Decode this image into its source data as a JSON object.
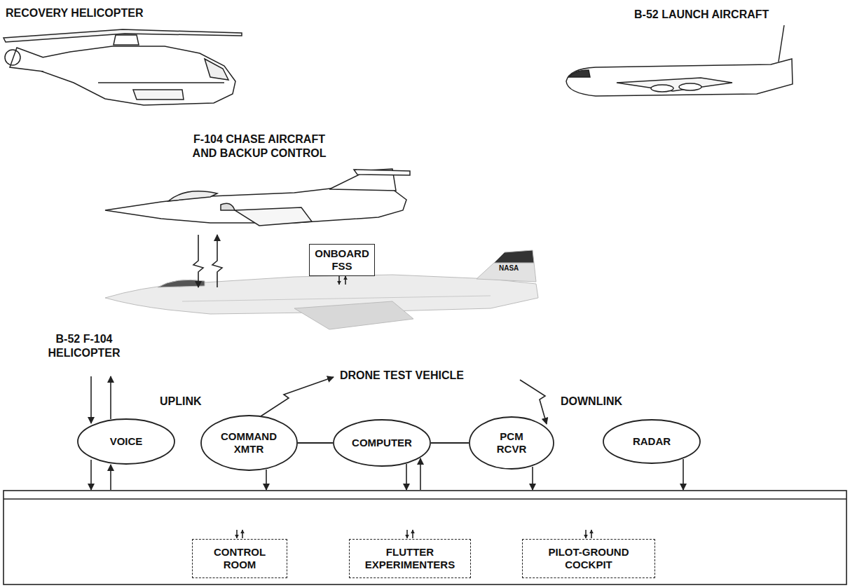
{
  "diagram": {
    "nodes": [
      {
        "text": [
          "ONBOARD FSS"
        ]
      },
      {
        "text": [
          "VOICE"
        ]
      },
      {
        "text": [
          "COMMAND XMTR"
        ]
      },
      {
        "text": [
          "COMPUTER"
        ]
      },
      {
        "text": [
          "PCM RCVR"
        ]
      },
      {
        "text": [
          "RADAR"
        ]
      },
      {
        "text": [
          "CONTROL ROOM"
        ]
      },
      {
        "text": [
          "FLUTTER EXPERIMENTERS"
        ]
      },
      {
        "text": [
          "PILOT-GROUND COCKPIT"
        ]
      }
    ],
    "edges": [
      {
        "from": 2,
        "to": 3,
        "arrow": "none"
      },
      {
        "from": 3,
        "to": 4,
        "arrow": "none"
      }
    ],
    "labels": [
      "RECOVERY HELICOPTER",
      "B-52 LAUNCH AIRCRAFT",
      "F-104 CHASE AIRCRAFT AND BACKUP CONTROL",
      "NASA",
      "B-52 F-104 HELICOPTER",
      "DRONE TEST VEHICLE",
      "UPLINK",
      "DOWNLINK"
    ]
  }
}
